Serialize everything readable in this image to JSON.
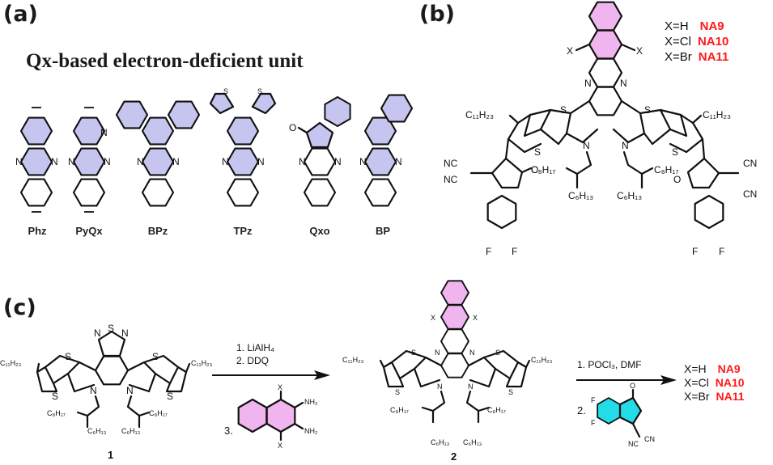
{
  "panels": {
    "a": {
      "label": "(a)",
      "heading": "Qx-based electron-deficient unit",
      "molecules": [
        {
          "name": "Phz"
        },
        {
          "name": "PyQx"
        },
        {
          "name": "BPz"
        },
        {
          "name": "TPz"
        },
        {
          "name": "Qxo"
        },
        {
          "name": "BP"
        }
      ]
    },
    "b": {
      "label": "(b)",
      "substituents": [
        {
          "x": "X=H",
          "compound": "NA9"
        },
        {
          "x": "X=Cl",
          "compound": "NA10"
        },
        {
          "x": "X=Br",
          "compound": "NA11"
        }
      ]
    },
    "c": {
      "label": "(c)",
      "compound_1": "1",
      "compound_2": "2",
      "step1_conditions": [
        "1. LiAlH₄",
        "2. DDQ"
      ],
      "step1_reagent_prefix": "3.",
      "step2_conditions": [
        "1. POCl₃, DMF"
      ],
      "step2_reagent_prefix": "2.",
      "substituents": [
        {
          "x": "X=H",
          "compound": "NA9"
        },
        {
          "x": "X=Cl",
          "compound": "NA10"
        },
        {
          "x": "X=Br",
          "compound": "NA11"
        }
      ]
    }
  },
  "atoms": {
    "N": "N",
    "S": "S",
    "O": "O",
    "F": "F",
    "X": "X",
    "NC": "NC",
    "CN": "CN",
    "NH2": "NH₂",
    "C11H23": "C₁₁H₂₃",
    "C8H17": "C₈H₁₇",
    "C6H13": "C₆H₁₃"
  },
  "colors": {
    "qx_unit_highlight": "#c5c5f0",
    "naphthalene_highlight": "#f0b4ee",
    "end_group_highlight": "#22dde8",
    "compound_name": "#ff1a1a"
  }
}
